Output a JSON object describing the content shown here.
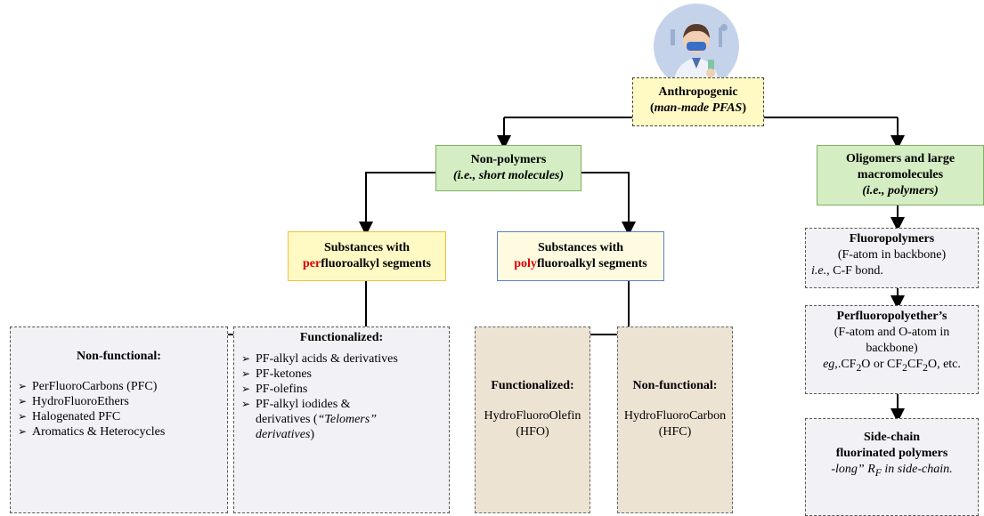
{
  "anthropogenic": {
    "title": "Anthropogenic",
    "subtitle": "man-made PFAS",
    "open_paren": "(",
    "close_paren": ")"
  },
  "nonpolymers": {
    "title": "Non-polymers",
    "subtitle": "(i.e., short molecules)"
  },
  "oligomers": {
    "line1": "Oligomers and large",
    "line2": "macromolecules",
    "subtitle": "(i.e., polymers)"
  },
  "perfluoro": {
    "line1": "Substances with",
    "prefix": "per",
    "rest": "fluoroalkyl segments"
  },
  "polyfluoro": {
    "line1": "Substances with",
    "prefix": "poly",
    "rest": "fluoroalkyl segments"
  },
  "nonfunctional_perfluoro": {
    "title": "Non-functional:",
    "items": [
      "PerFluoroCarbons (PFC)",
      "HydroFluoroEthers",
      "Halogenated PFC",
      "Aromatics & Heterocycles"
    ]
  },
  "functionalized_perfluoro": {
    "title": "Functionalized:",
    "items": [
      "PF-alkyl acids & derivatives",
      "PF-ketones",
      "PF-olefins",
      "PF-alkyl iodides &"
    ],
    "last_line_a": "derivatives (",
    "last_line_b": "“Telomers”",
    "last_line_c": "derivatives",
    "last_line_d": ")"
  },
  "functionalized_poly": {
    "title": "Functionalized:",
    "line1": "HydroFluoroOlefin",
    "line2": "(HFO)"
  },
  "nonfunctional_poly": {
    "title": "Non-functional:",
    "line1": "HydroFluoroCarbon",
    "line2": "(HFC)"
  },
  "fluoropolymers": {
    "title": "Fluoropolymers",
    "line1": "(F-atom in backbone)",
    "ie": "i.e.,",
    "line2": " C-F bond."
  },
  "pfpe": {
    "title": "Perfluoropolyether’s",
    "line1": "(F-atom and O-atom in",
    "line2": "backbone)",
    "eg": "eg,",
    "formula_a": ".CF",
    "sub1": "2",
    "formula_b": "O or CF",
    "sub2": "2",
    "formula_c": "CF",
    "sub3": "2",
    "formula_d": "O, etc."
  },
  "sidechain": {
    "line1": "Side-chain",
    "line2": "fluorinated polymers",
    "desc_a": "-long” ",
    "rf": "R",
    "rf_sub": "F",
    "desc_b": " in side-chain."
  },
  "colors": {
    "accent_red": "#e00000",
    "green_fill": "#d4edc2",
    "yellow_fill": "#fff9c4",
    "gray_fill": "#f2f2f6",
    "tan_fill": "#ede3d3"
  },
  "icons": [
    "scientist-avatar-icon"
  ]
}
